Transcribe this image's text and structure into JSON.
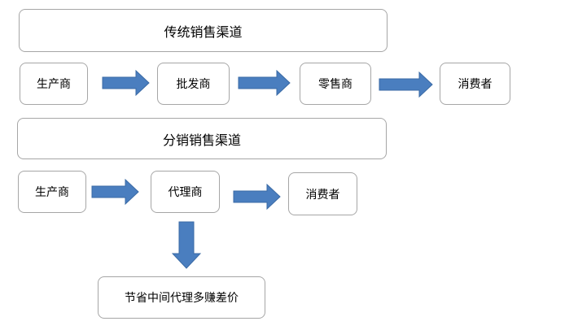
{
  "colors": {
    "arrow": "#4a7ebf",
    "arrow_stroke": "#3a6aa5",
    "border": "#a6a6a6"
  },
  "traditional": {
    "title": "传统销售渠道",
    "producer": "生产商",
    "wholesaler": "批发商",
    "retailer": "零售商",
    "consumer": "消费者"
  },
  "distribution": {
    "title": "分销销售渠道",
    "producer": "生产商",
    "agent": "代理商",
    "consumer": "消费者",
    "note": "节省中间代理多赚差价"
  }
}
